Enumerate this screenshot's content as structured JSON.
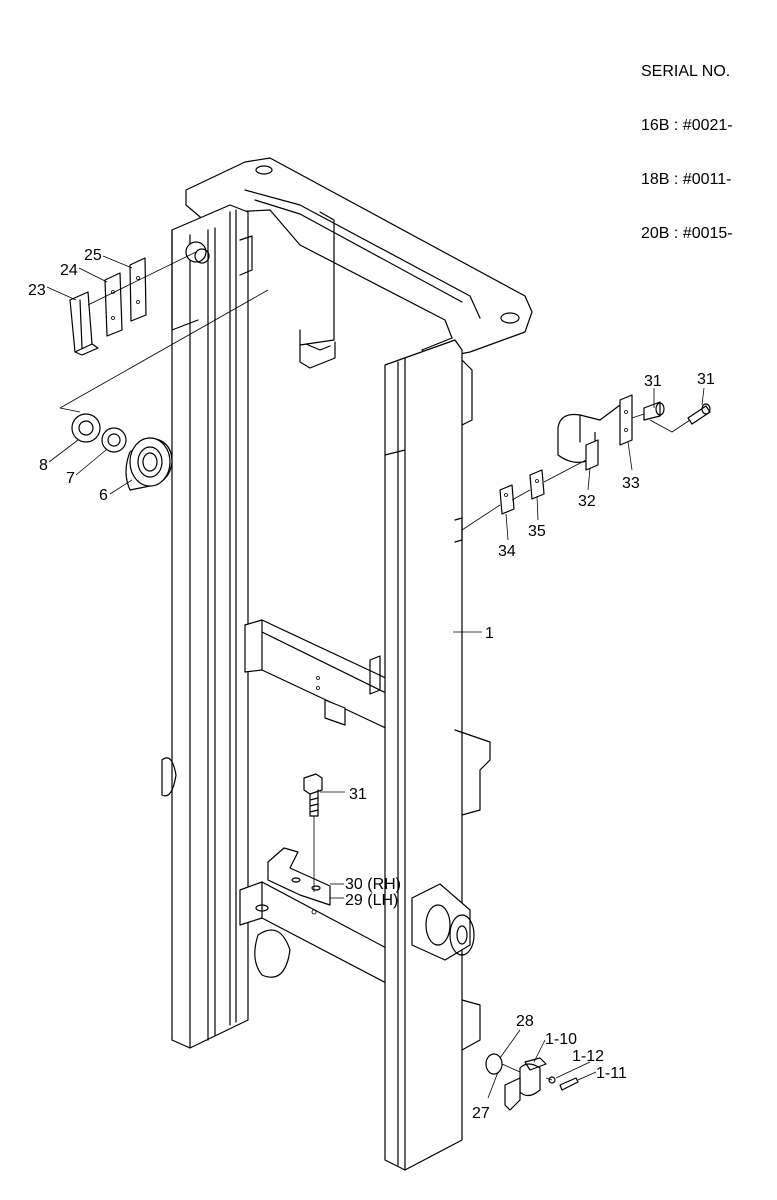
{
  "serial": {
    "heading": "SERIAL NO.",
    "lines": [
      "16B : #0021-",
      "18B : #0011-",
      "20B : #0015-"
    ]
  },
  "callouts": {
    "p1": "1",
    "p6": "6",
    "p7": "7",
    "p8": "8",
    "p23": "23",
    "p24": "24",
    "p25": "25",
    "p27": "27",
    "p28": "28",
    "p29": "29 (LH)",
    "p30": "30 (RH)",
    "p31a": "31",
    "p31b": "31",
    "p31c": "31",
    "p32": "32",
    "p33": "33",
    "p34": "34",
    "p35": "35",
    "p1_10": "1-10",
    "p1_11": "1-11",
    "p1_12": "1-12"
  }
}
